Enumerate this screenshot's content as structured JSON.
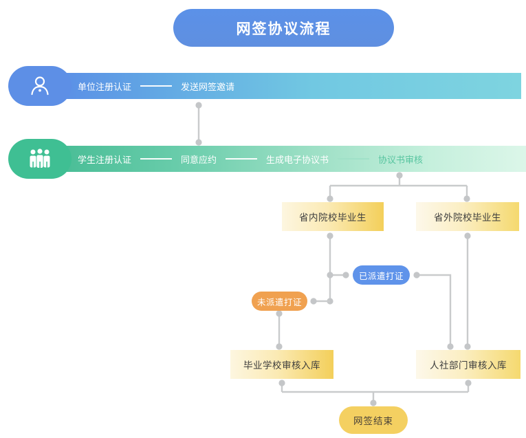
{
  "page": {
    "title": "网签协议流程",
    "background": "#ffffff"
  },
  "colors": {
    "title_pill": "#5b91e8",
    "row_blue": "#5d8fe6",
    "row_green": "#3fbf93",
    "box_yellow": "#f3cf5a",
    "pill_blue": "#5f93ea",
    "pill_orange": "#f0a150",
    "pill_end_yellow": "#f4d061",
    "connector_gray": "#c9cbcc"
  },
  "rows": [
    {
      "id": "employer-row",
      "icon": "person-icon",
      "color": "#5d8fe6",
      "steps": [
        "单位注册认证",
        "发送网签邀请"
      ]
    },
    {
      "id": "student-row",
      "icon": "group-people-icon",
      "color": "#3fbf93",
      "steps": [
        "学生注册认证",
        "同意应约",
        "生成电子协议书",
        "协议书审核"
      ]
    }
  ],
  "nodes": {
    "province_in": "省内院校毕业生",
    "province_out": "省外院校毕业生",
    "dispatched": "已派遣打证",
    "undispatched": "未派遣打证",
    "school_review": "毕业学校审核入库",
    "hr_review": "人社部门审核入库",
    "end": "网签结束"
  }
}
